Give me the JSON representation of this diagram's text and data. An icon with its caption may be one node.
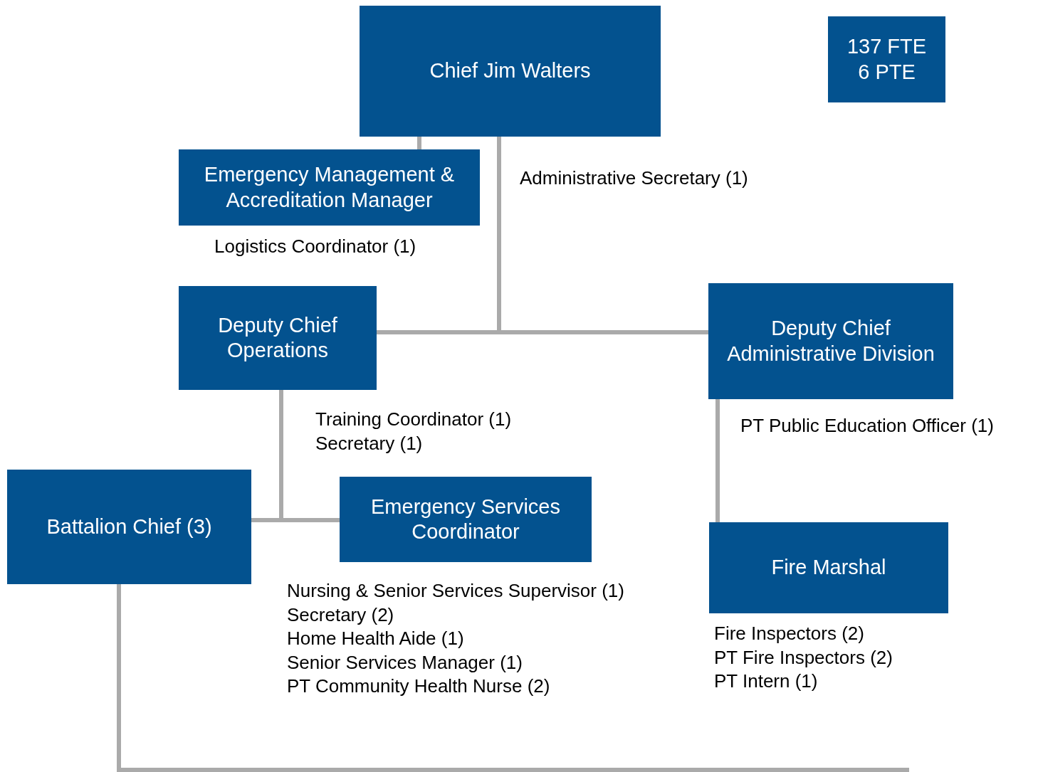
{
  "diagram": {
    "nodes": [
      {
        "text": [
          "Chief Jim Walters"
        ],
        "beside": [
          "Administrative Secretary (1)"
        ]
      },
      {
        "text": [
          "137 FTE",
          "6 PTE"
        ]
      },
      {
        "text": [
          "Emergency Management & Accreditation Manager"
        ],
        "beside": [
          "Logistics Coordinator (1)"
        ]
      },
      {
        "text": [
          "Deputy Chief Operations"
        ],
        "beside": [
          "Training Coordinator (1)",
          "Secretary (1)"
        ]
      },
      {
        "text": [
          "Deputy Chief Administrative Division"
        ],
        "beside": [
          "PT Public Education Officer (1)"
        ]
      },
      {
        "text": [
          "Battalion Chief (3)"
        ]
      },
      {
        "text": [
          "Emergency Services Coordinator"
        ],
        "beside": [
          "Nursing & Senior Services Supervisor (1)",
          "Secretary (2)",
          "Home Health Aide (1)",
          "Senior Services Manager (1)",
          "PT Community Health Nurse (2)"
        ]
      },
      {
        "text": [
          "Fire Marshal"
        ],
        "beside": [
          "Fire Inspectors (2)",
          "PT Fire Inspectors (2)",
          "PT Intern (1)"
        ]
      }
    ],
    "edges": [
      {
        "from": 0,
        "to": 2,
        "arrow": "none"
      },
      {
        "from": 0,
        "to": 3,
        "arrow": "none"
      },
      {
        "from": 0,
        "to": 4,
        "arrow": "none"
      },
      {
        "from": 3,
        "to": 5,
        "arrow": "none"
      },
      {
        "from": 3,
        "to": 6,
        "arrow": "none"
      },
      {
        "from": 4,
        "to": 7,
        "arrow": "none"
      },
      {
        "from": 5,
        "to": null,
        "arrow": "none"
      }
    ]
  }
}
